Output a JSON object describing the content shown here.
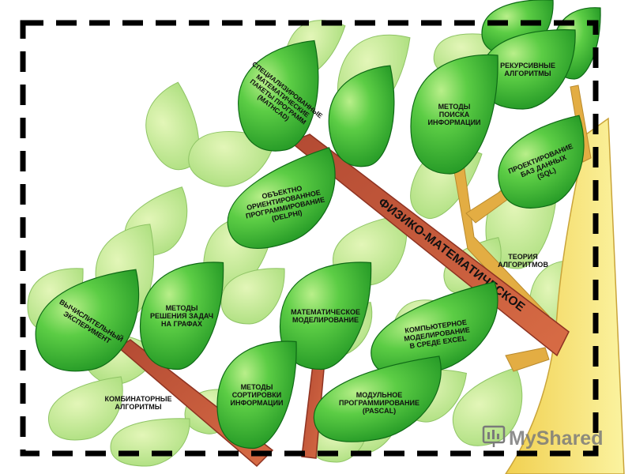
{
  "branch_label": "ФИЗИКО-МАТЕМАТИЧЕСКОЕ",
  "leaves": [
    {
      "id": "specialized",
      "lines": [
        "СПЕЦИАЛИЗИРОВАННЫЕ",
        "МАТЕМАТИЧЕСКИЕ",
        "ПАКЕТЫ ПРОГРАММ",
        "(MATHCAD)"
      ]
    },
    {
      "id": "recursive",
      "lines": [
        "РЕКУРСИВНЫЕ",
        "АЛГОРИТМЫ"
      ]
    },
    {
      "id": "search",
      "lines": [
        "МЕТОДЫ",
        "ПОИСКА",
        "ИНФОРМАЦИИ"
      ]
    },
    {
      "id": "databases",
      "lines": [
        "ПРОЕКТИРОВАНИЕ",
        "БАЗ ДАННЫХ",
        "(SQL)"
      ]
    },
    {
      "id": "oop",
      "lines": [
        "ОБЪЕКТНО",
        "ОРИЕНТИРОВАННОЕ",
        "ПРОГРАММИРОВАНИЕ",
        "(DELPHI)"
      ]
    },
    {
      "id": "algo-theory",
      "lines": [
        "ТЕОРИЯ",
        "АЛГОРИТМОВ"
      ]
    },
    {
      "id": "experiment",
      "lines": [
        "ВЫЧИСЛИТЕЛЬНЫЙ",
        "ЭКСПЕРИМЕНТ"
      ]
    },
    {
      "id": "graph-methods",
      "lines": [
        "МЕТОДЫ",
        "РЕШЕНИЯ ЗАДАЧ",
        "НА ГРАФАХ"
      ]
    },
    {
      "id": "math-modeling",
      "lines": [
        "МАТЕМАТИЧЕСКОЕ",
        "МОДЕЛИРОВАНИЕ"
      ]
    },
    {
      "id": "excel",
      "lines": [
        "КОМПЬЮТЕРНОЕ",
        "МОДЕЛИРОВАНИЕ",
        "В СРЕДЕ EXCEL"
      ]
    },
    {
      "id": "combinatorics",
      "lines": [
        "КОМБИНАТОРНЫЕ",
        "АЛГОРИТМЫ"
      ]
    },
    {
      "id": "sorting",
      "lines": [
        "МЕТОДЫ",
        "СОРТИРОВКИ",
        "ИНФОРМАЦИИ"
      ]
    },
    {
      "id": "modular",
      "lines": [
        "МОДУЛЬНОЕ",
        "ПРОГРАММИРОВАНИЕ",
        "(PASCAL)"
      ]
    }
  ],
  "watermark": {
    "text": "MyShared",
    "icon": "presentation-icon"
  },
  "colors": {
    "leaf_dark": "#1f8f26",
    "leaf_mid": "#3dbb3a",
    "leaf_light": "#7bd86a",
    "leaf_pale": "#c2e89a",
    "branch_brown": "#c0553a",
    "branch_tan": "#e9b84a",
    "trunk_yellow": "#f4e36a",
    "border": "#000000"
  }
}
